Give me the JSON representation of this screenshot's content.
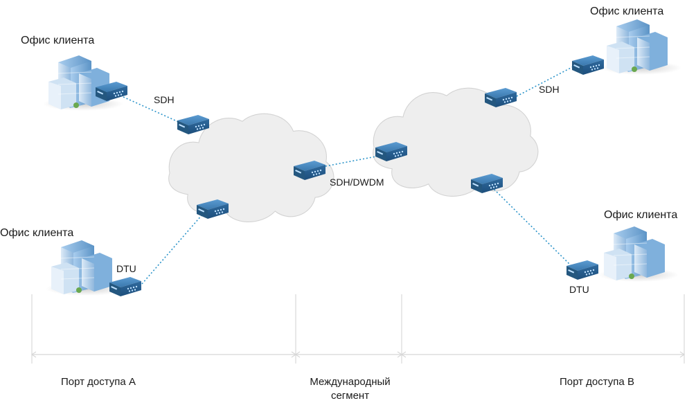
{
  "offices": {
    "top_left": "Офис клиента",
    "bottom_left": "Офис клиента",
    "top_right": "Офис клиента",
    "bottom_right": "Офис клиента"
  },
  "links": {
    "sdh_left": "SDH",
    "dtu_left": "DTU",
    "sdh_dwdm": "SDH/DWDM",
    "sdh_right": "SDH",
    "dtu_right": "DTU"
  },
  "segments": {
    "port_a": "Порт доступа А",
    "international": "Международный\nсегмент",
    "port_b": "Порт доступа В"
  },
  "colors": {
    "cloud_fill": "#eeeeee",
    "cloud_stroke": "#d2d2d2",
    "device_blue": "#2c6394",
    "link_dots": "#2a93c9",
    "ruler": "#d8d8d8"
  }
}
